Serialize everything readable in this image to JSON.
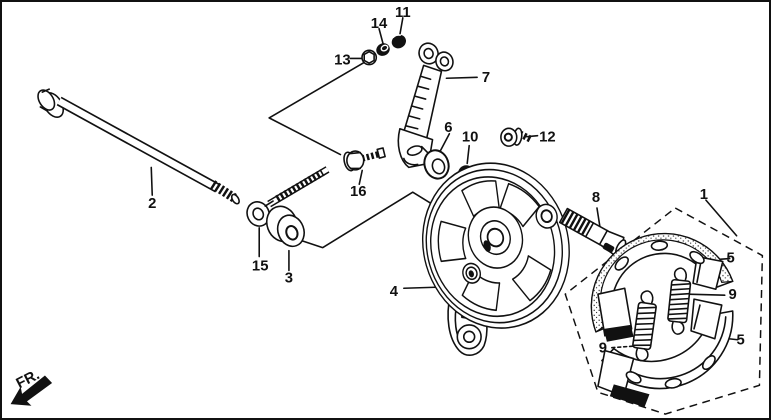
{
  "colors": {
    "ink": "#111111",
    "bg": "#ffffff"
  },
  "callouts": {
    "c1": "1",
    "c2": "2",
    "c3": "3",
    "c4": "4",
    "c5a": "5",
    "c5b": "5",
    "c6": "6",
    "c7": "7",
    "c8": "8",
    "c9a": "9",
    "c9b": "9",
    "c10": "10",
    "c11": "11",
    "c12": "12",
    "c13": "13",
    "c14": "14",
    "c15": "15",
    "c16": "16"
  },
  "direction_indicator": {
    "label": "FR."
  }
}
